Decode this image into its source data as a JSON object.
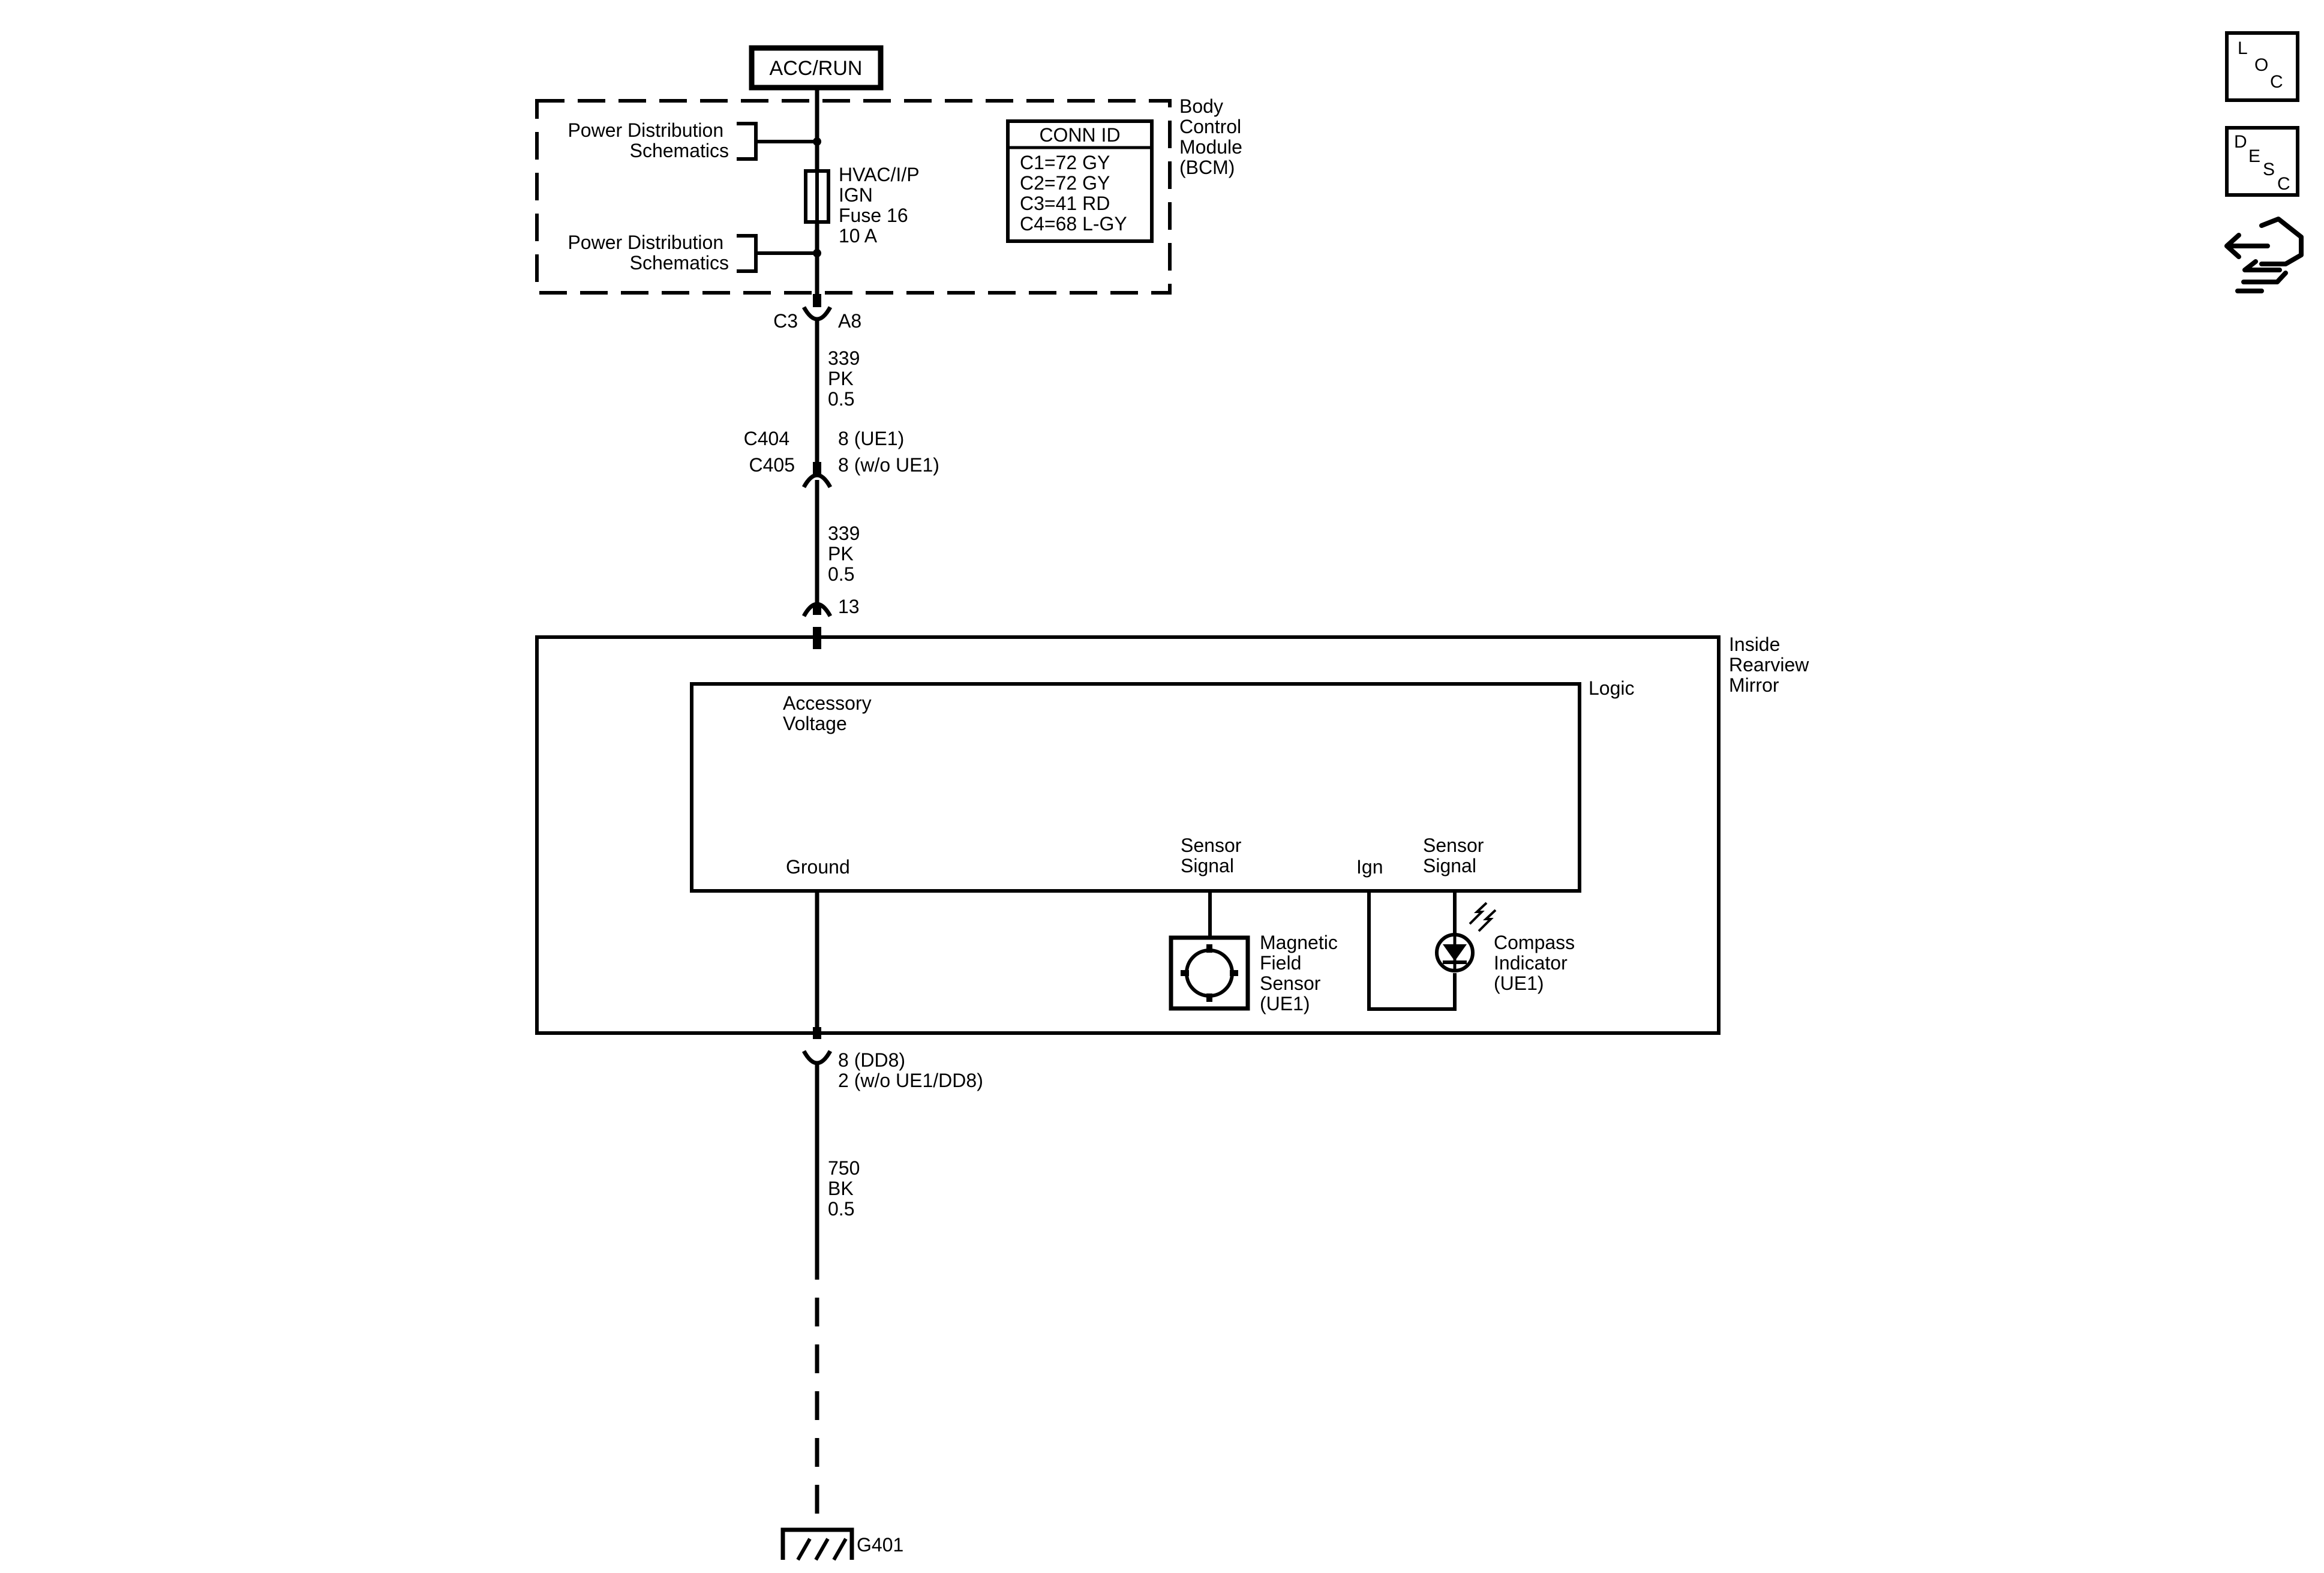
{
  "power_source": "ACC/RUN",
  "bcm": {
    "label_lines": [
      "Body",
      "Control",
      "Module",
      "(BCM)"
    ],
    "pds_top": [
      "Power Distribution",
      "Schematics"
    ],
    "pds_bottom": [
      "Power Distribution",
      "Schematics"
    ],
    "fuse_lines": [
      "HVAC/I/P",
      "IGN",
      "Fuse 16",
      "10 A"
    ],
    "conn_id": {
      "title": "CONN ID",
      "rows": [
        "C1=72 GY",
        "C2=72 GY",
        "C3=41 RD",
        "C4=68 L-GY"
      ]
    },
    "connector": "C3",
    "pin": "A8"
  },
  "wire_1": [
    "339",
    "PK",
    "0.5"
  ],
  "inline_connector": {
    "names": [
      "C404",
      "C405"
    ],
    "pins": [
      "8 (UE1)",
      "8 (w/o UE1)"
    ]
  },
  "wire_2": [
    "339",
    "PK",
    "0.5"
  ],
  "mirror_pin_top": "13",
  "mirror": {
    "label_lines": [
      "Inside",
      "Rearview",
      "Mirror"
    ],
    "logic_label": "Logic",
    "accessory_voltage": [
      "Accessory",
      "Voltage"
    ],
    "ground_label": "Ground",
    "sensor_signal_1": [
      "Sensor",
      "Signal"
    ],
    "ign_label": "Ign",
    "sensor_signal_2": [
      "Sensor",
      "Signal"
    ],
    "magnetic_sensor": [
      "Magnetic",
      "Field",
      "Sensor",
      "(UE1)"
    ],
    "compass_indicator": [
      "Compass",
      "Indicator",
      "(UE1)"
    ]
  },
  "mirror_pin_bottom": [
    "8 (DD8)",
    "2 (w/o UE1/DD8)"
  ],
  "wire_3": [
    "750",
    "BK",
    "0.5"
  ],
  "ground_point": "G401",
  "side_icons": {
    "loc": [
      "L",
      "O",
      "C"
    ],
    "desc": [
      "D",
      "E",
      "S",
      "C"
    ],
    "nav_icon": "hand-arrow-icon"
  }
}
